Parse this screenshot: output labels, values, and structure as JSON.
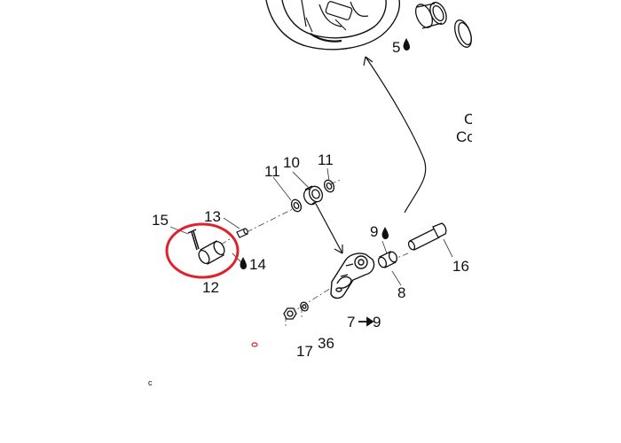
{
  "callouts": {
    "c5": "5",
    "c10": "10",
    "c11a": "11",
    "c11b": "11",
    "c13": "13",
    "c15": "15",
    "c14": "14",
    "c12": "12",
    "c9": "9",
    "c16": "16",
    "c8": "8",
    "c7to9_a": "7",
    "c7to9_b": "9",
    "c17": "17",
    "c36": "36"
  },
  "cut_text": {
    "line1": "C",
    "line2": "Co",
    "corner": "c"
  },
  "symbols": {
    "lube": "oil-drop-icon",
    "arrow": "right-arrow-icon"
  },
  "colors": {
    "highlight_circle": "#e0202a",
    "ink": "#111111",
    "leader": "#444444"
  }
}
